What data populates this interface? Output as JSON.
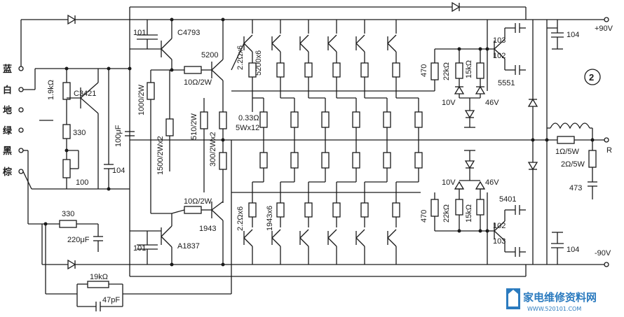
{
  "circuit_number": "2",
  "rails": {
    "positive": "+90V",
    "negative": "-90V",
    "output": "R"
  },
  "input_wires": [
    "蓝",
    "白",
    "地",
    "绿",
    "黑",
    "棕"
  ],
  "components": {
    "r_19k": "1.9kΩ",
    "c3421": "C3421",
    "r_330a": "330",
    "pot_100": "100",
    "cap_100uf": "100μF",
    "cap_104_left": "104",
    "r_330b": "330",
    "cap_220uf": "220μF",
    "r_19k_fb": "19kΩ",
    "cap_47pf": "47pF",
    "cap_101_top": "101",
    "cap_101_bot": "101",
    "q_c4793": "C4793",
    "q_a1837": "A1837",
    "q_5200": "5200",
    "q_1943": "1943",
    "r_1000_2w": "1000/2W",
    "r_1500_2w": "1500/2Wx2",
    "r_10_top": "10Ω/2W",
    "r_10_bot": "10Ω/2W",
    "r_510": "510/2W",
    "r_300": "300/2Wx2",
    "r_22_top": "2.2Ωx6",
    "q_5200x6": "5200x6",
    "r_033": "0.33Ω",
    "r_033b": "5Wx12",
    "r_22_bot": "2.2Ωx6",
    "q_1943x6": "1943x6",
    "r_470_top": "470",
    "r_22k_top": "22kΩ",
    "r_15k_top": "15kΩ",
    "d_10v_top": "10V",
    "d_46v_top": "46V",
    "q_5551": "5551",
    "cap_103_top": "103",
    "cap_102_top": "102",
    "cap_104_top": "104",
    "r_470_bot": "470",
    "r_22k_bot": "22kΩ",
    "r_15k_bot": "15kΩ",
    "d_10v_bot": "10V",
    "d_46v_bot": "46V",
    "q_5401": "5401",
    "cap_102_bot": "102",
    "cap_103_bot": "103",
    "cap_104_bot": "104",
    "r_1_5w": "1Ω/5W",
    "r_2_5w": "2Ω/5W",
    "cap_473": "473"
  },
  "watermark": {
    "title": "家电维修资料网",
    "url": "WWW.520101.COM"
  }
}
